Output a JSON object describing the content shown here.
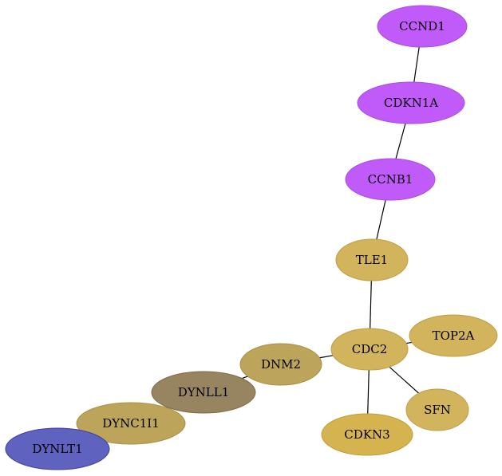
{
  "nodes": [
    {
      "id": "CCND1",
      "label": "CCND1",
      "fill": "#c05bfa",
      "stroke": "#a94ee0"
    },
    {
      "id": "CDKN1A",
      "label": "CDKN1A",
      "fill": "#c05bfa",
      "stroke": "#a94ee0"
    },
    {
      "id": "CCNB1",
      "label": "CCNB1",
      "fill": "#c05bfa",
      "stroke": "#a94ee0"
    },
    {
      "id": "TLE1",
      "label": "TLE1",
      "fill": "#d1b45c",
      "stroke": "#bf9f45"
    },
    {
      "id": "CDC2",
      "label": "CDC2",
      "fill": "#d1b45c",
      "stroke": "#bf9f45"
    },
    {
      "id": "TOP2A",
      "label": "TOP2A",
      "fill": "#d1b45c",
      "stroke": "#bf9f45"
    },
    {
      "id": "SFN",
      "label": "SFN",
      "fill": "#d1b45c",
      "stroke": "#bf9f45"
    },
    {
      "id": "CDKN3",
      "label": "CDKN3",
      "fill": "#d5b450",
      "stroke": "#c09e3c"
    },
    {
      "id": "DNM2",
      "label": "DNM2",
      "fill": "#bca55a",
      "stroke": "#a99045"
    },
    {
      "id": "DYNLL1",
      "label": "DYNLL1",
      "fill": "#968560",
      "stroke": "#7d6c45"
    },
    {
      "id": "DYNC1I1",
      "label": "DYNC1I1",
      "fill": "#bca55a",
      "stroke": "#a99045"
    },
    {
      "id": "DYNLT1",
      "label": "DYNLT1",
      "fill": "#5f62be",
      "stroke": "#3c3fa0"
    }
  ],
  "edges": [
    [
      "CCND1",
      "CDKN1A"
    ],
    [
      "CDKN1A",
      "CCNB1"
    ],
    [
      "CCNB1",
      "TLE1"
    ],
    [
      "TLE1",
      "CDC2"
    ],
    [
      "CDC2",
      "TOP2A"
    ],
    [
      "CDC2",
      "SFN"
    ],
    [
      "CDC2",
      "CDKN3"
    ],
    [
      "CDC2",
      "DNM2"
    ],
    [
      "DNM2",
      "DYNLL1"
    ],
    [
      "DYNLL1",
      "DYNC1I1"
    ],
    [
      "DYNC1I1",
      "DYNLT1"
    ]
  ]
}
